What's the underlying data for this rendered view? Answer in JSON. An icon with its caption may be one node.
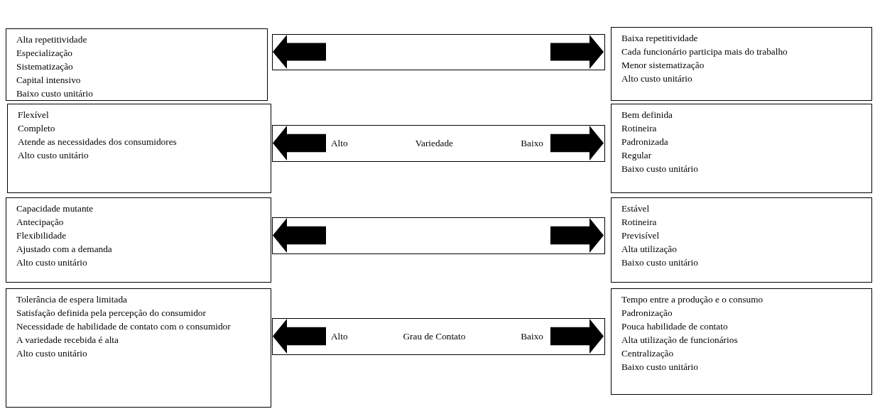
{
  "diagram": {
    "nodes": [
      {
        "text": [
          "Alta repetitividade",
          "Especialização",
          "Sistematização",
          "Capital intensivo",
          "Baixo custo unitário"
        ]
      },
      {
        "text": [],
        "shape": "bar"
      },
      {
        "text": [
          "Baixa repetitividade",
          "Cada funcionário participa mais do trabalho",
          "Menor sistematização",
          "Alto custo unitário"
        ]
      },
      {
        "text": [
          "Flexível",
          "Completo",
          "Atende as necessidades dos consumidores",
          "Alto custo unitário"
        ]
      },
      {
        "text": [
          "Alto",
          "Variedade",
          "Baixo"
        ]
      },
      {
        "text": [
          "Bem definida",
          "Rotineira",
          "Padronizada",
          "Regular",
          "Baixo custo unitário"
        ]
      },
      {
        "text": [
          "Capacidade mutante",
          "Antecipação",
          "Flexibilidade",
          "Ajustado com a demanda",
          "Alto custo unitário"
        ]
      },
      {
        "text": [],
        "shape": "bar"
      },
      {
        "text": [
          "Estável",
          "Rotineira",
          "Previsível",
          "Alta utilização",
          "Baixo custo unitário"
        ]
      },
      {
        "text": [
          "Tolerância de espera limitada",
          "Satisfação definida pela percepção do consumidor",
          "Necessidade de habilidade de contato com o consumidor",
          "A variedade recebida é alta",
          "Alto custo unitário"
        ]
      },
      {
        "text": [
          "Alto",
          "Grau de Contato",
          "Baixo"
        ]
      },
      {
        "text": [
          "Tempo entre a produção e o consumo",
          "Padronização",
          "Pouca habilidade de contato",
          "Alta utilização de funcionários",
          "Centralização",
          "Baixo custo unitário"
        ]
      }
    ]
  }
}
